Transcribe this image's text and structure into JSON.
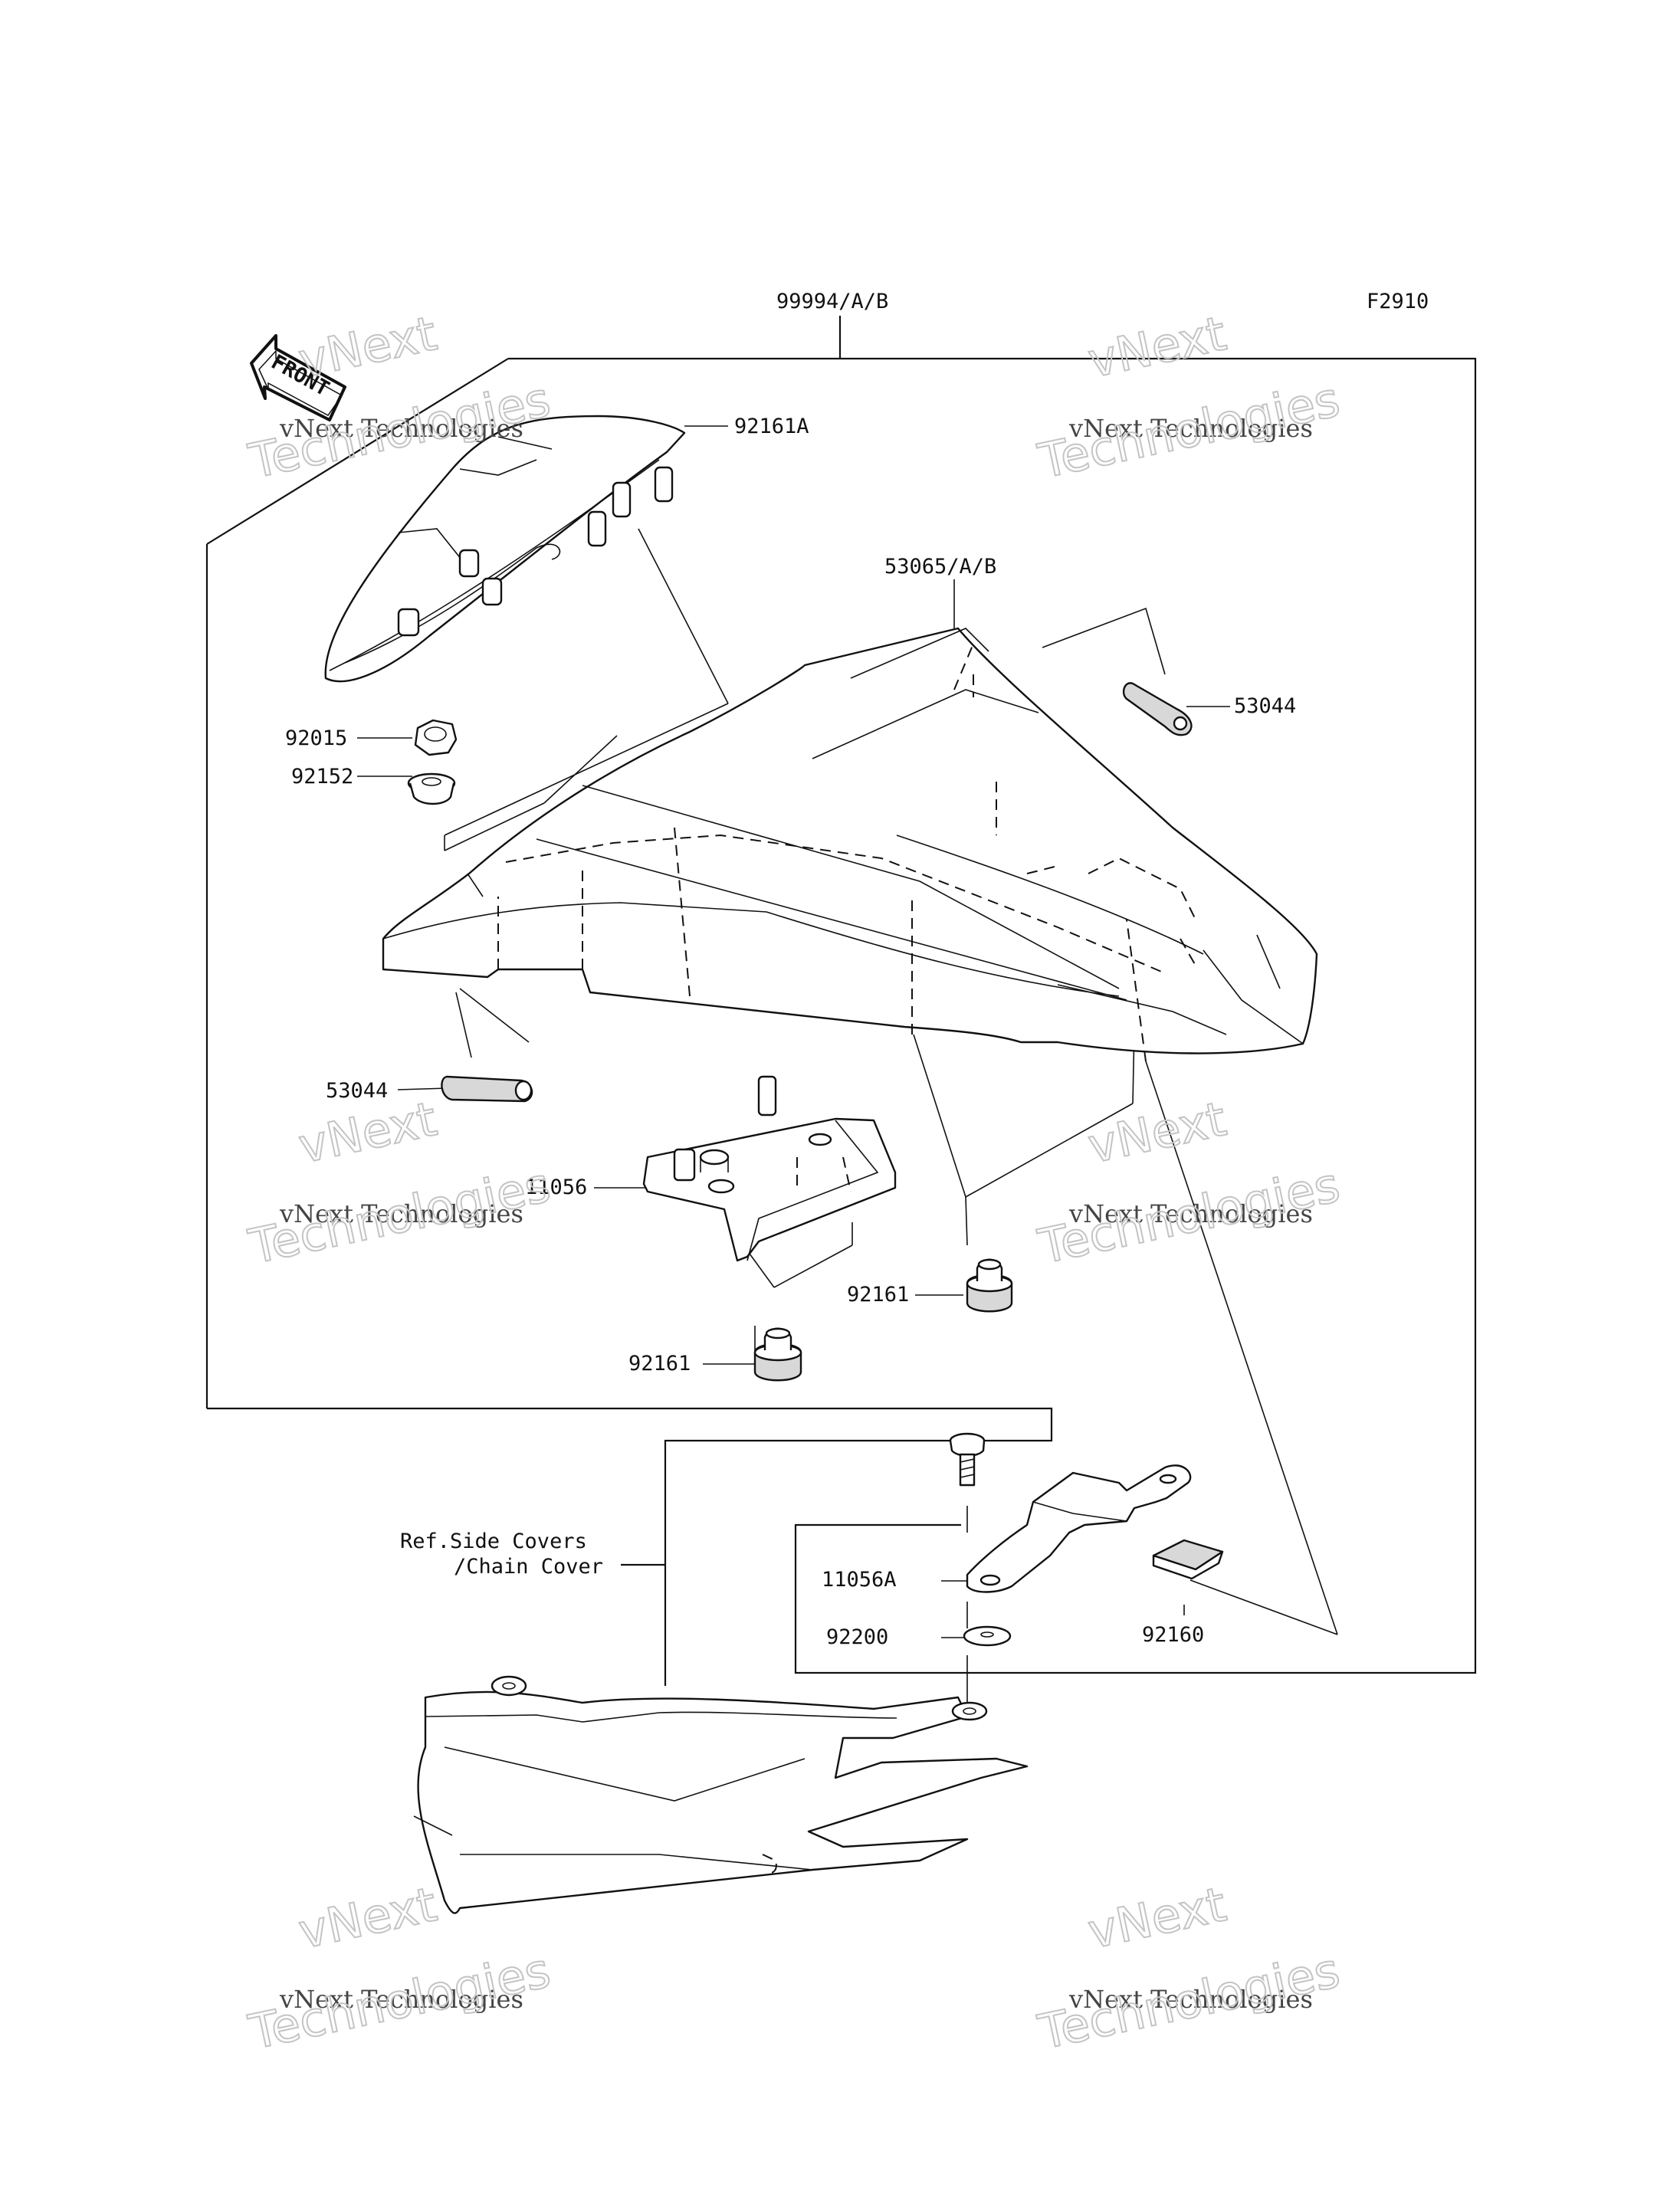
{
  "figure_code": "F2910",
  "assembly_label": "99994/A/B",
  "front_marker": "FRONT",
  "callouts": {
    "seat_pad": "92161A",
    "seat_cover": "53065/A/B",
    "clip_right": "53044",
    "clip_left": "53044",
    "nut": "92015",
    "collar": "92152",
    "bracket": "11056",
    "damper_right": "92161",
    "damper_left": "92161",
    "lower_bracket": "11056A",
    "washer": "92200",
    "pad": "92160"
  },
  "reference_note": {
    "line1": "Ref.Side Covers",
    "line2": "/Chain Cover"
  },
  "watermark": {
    "line1": "vNext",
    "line2": "vNext Technologies",
    "line3": "Technologies"
  }
}
